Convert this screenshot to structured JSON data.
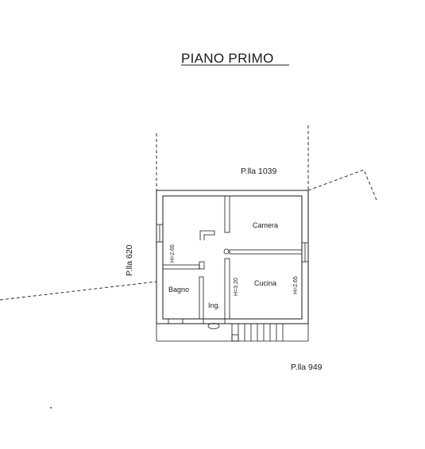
{
  "title": "PIANO PRIMO",
  "parcels": {
    "north": "P.lla 1039",
    "west": "P.lla 620",
    "south": "P.lla 949"
  },
  "rooms": {
    "camera": "Camera",
    "cucina": "Cucina",
    "bagno": "Bagno",
    "ingresso": "Ing."
  },
  "heights": {
    "west_room": "H=2.65",
    "corridor": "H=3.20",
    "cucina": "H=2.65"
  }
}
